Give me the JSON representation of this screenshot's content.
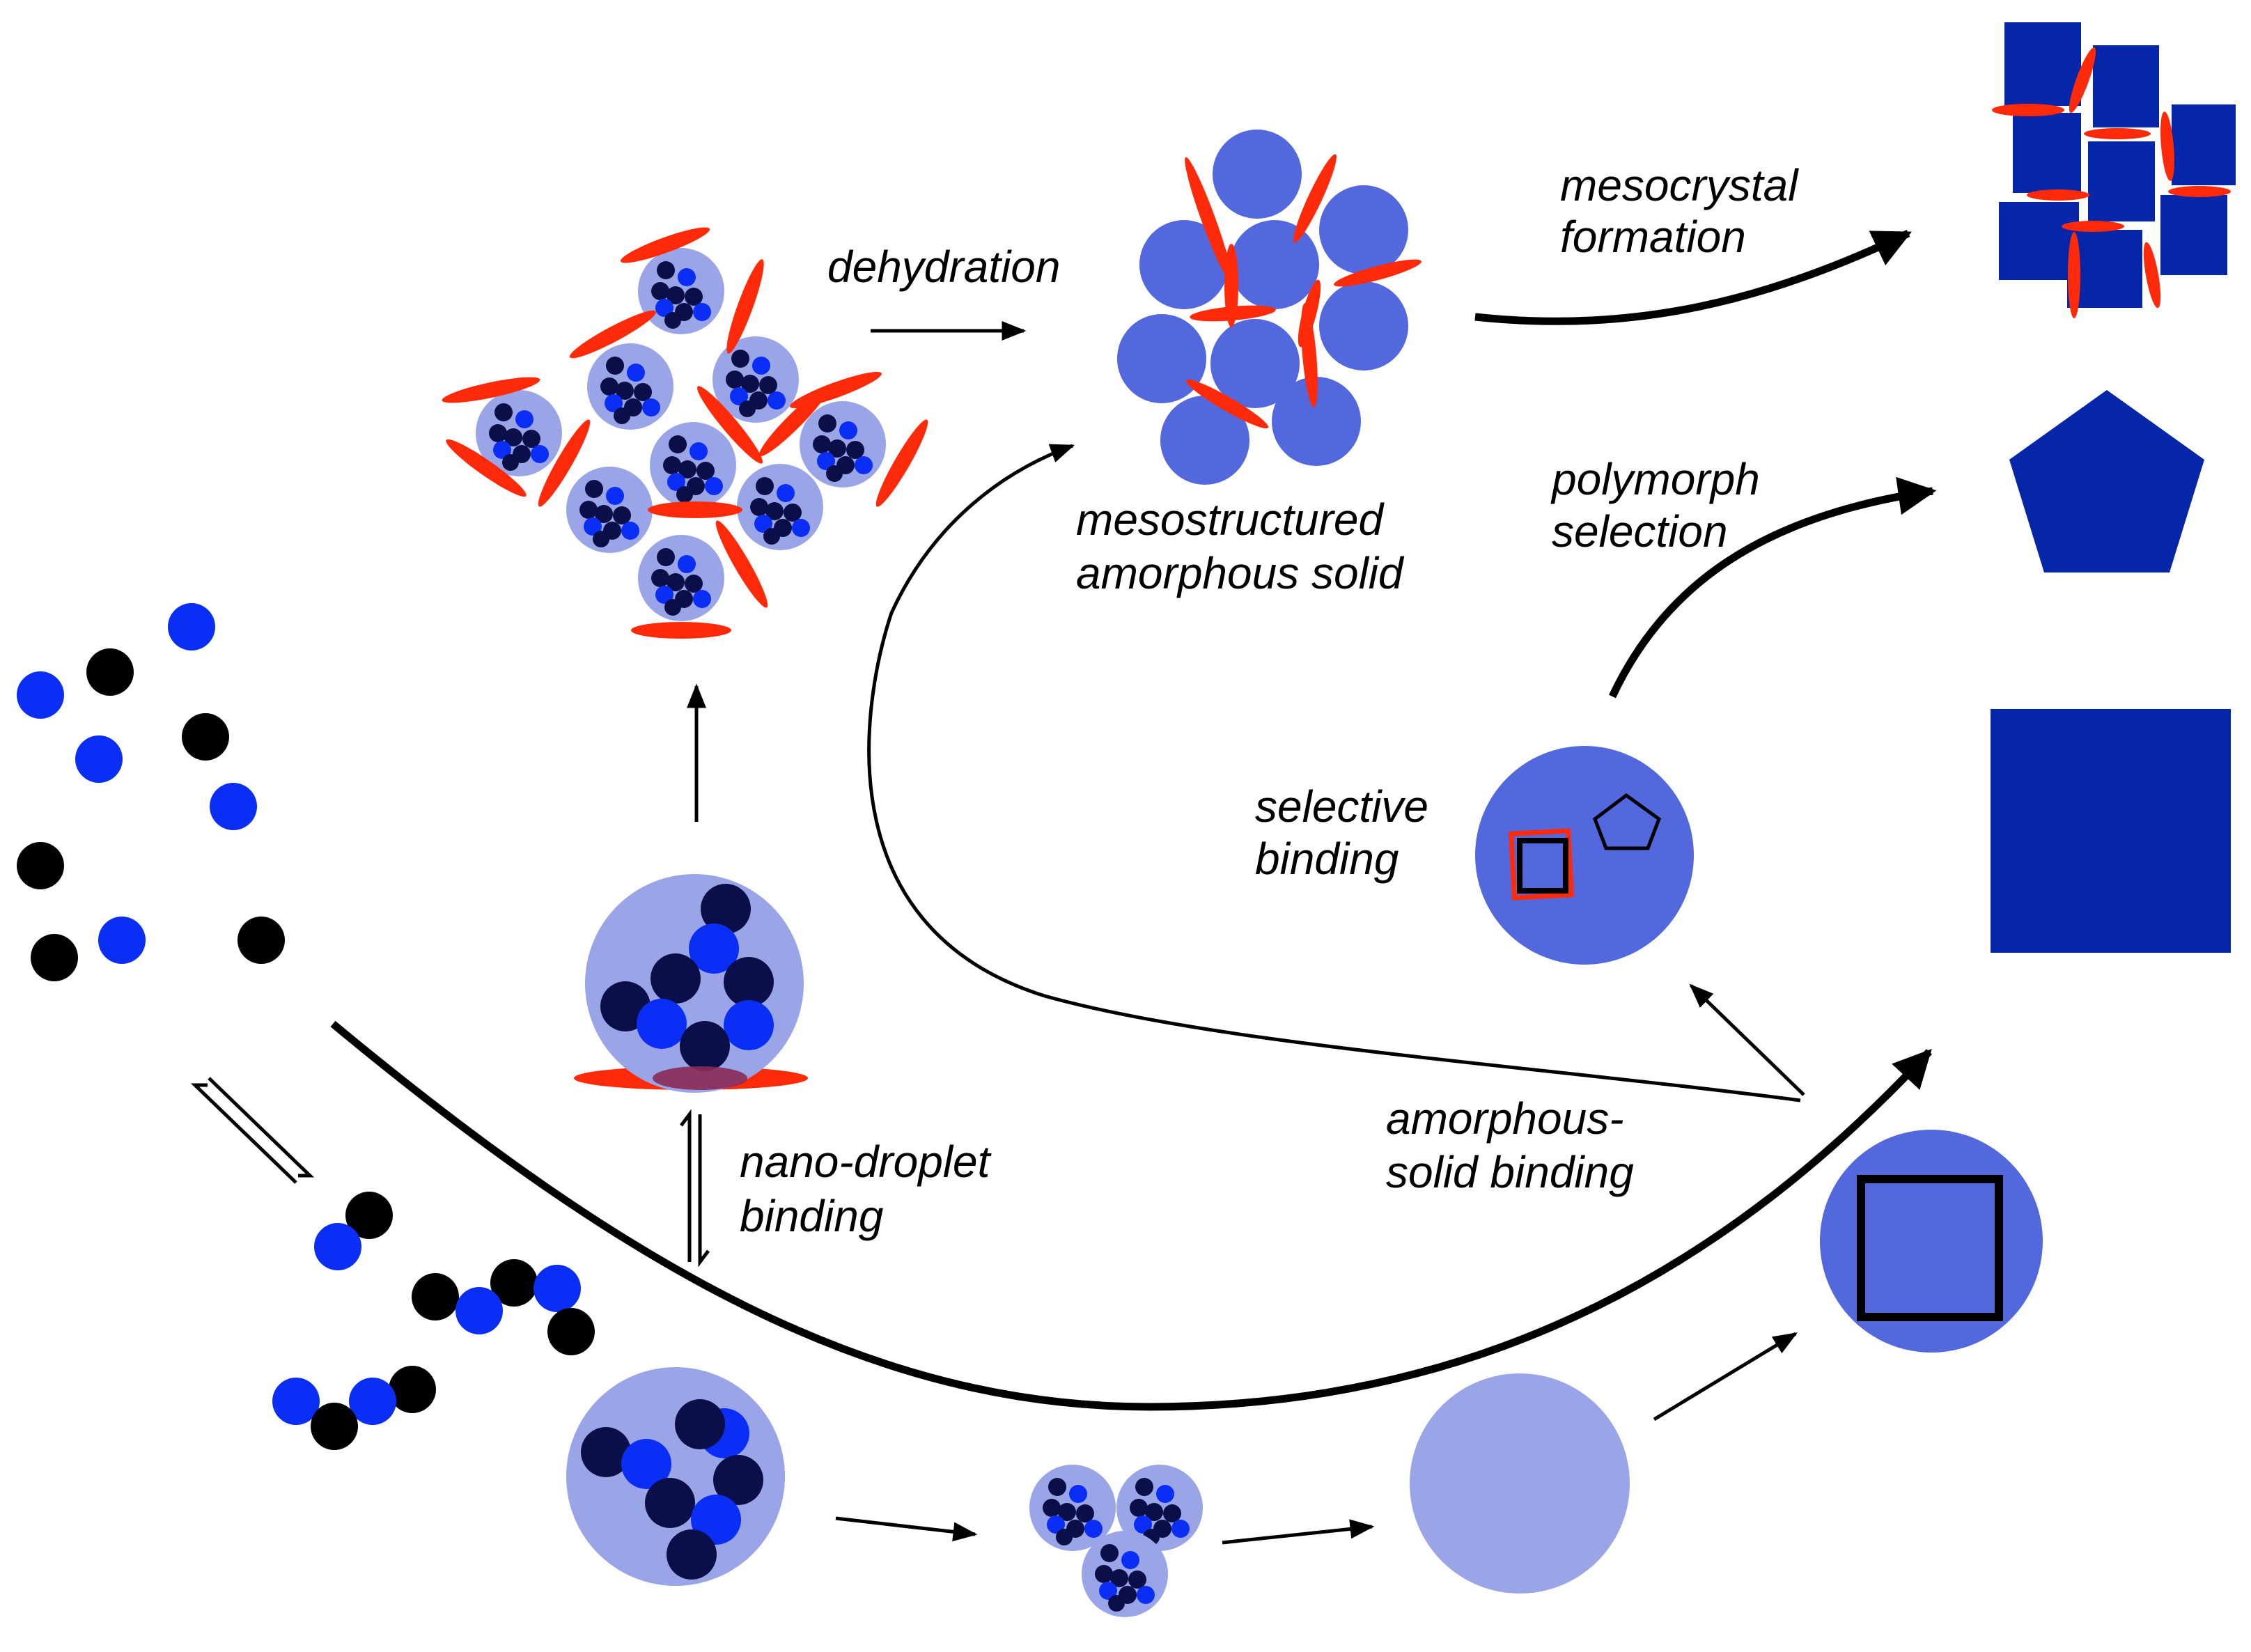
{
  "labels": {
    "dehydration": "dehydration",
    "mesocrystal_line1": "mesocrystal",
    "mesocrystal_line2": "formation",
    "mesostructured_line1": "mesostructured",
    "mesostructured_line2": "amorphous solid",
    "polymorph_line1": "polymorph",
    "polymorph_line2": "selection",
    "selective_line1": "selective",
    "selective_line2": "binding",
    "nanodroplet_line1": "nano-droplet",
    "nanodroplet_line2": "binding",
    "amorphous_line1": "amorphous-",
    "amorphous_line2": "solid binding"
  },
  "colors": {
    "ion_black": "#000000",
    "ion_blue": "#0a2ef5",
    "ion_navy": "#0a0f4a",
    "droplet_light": "#9aa5e8",
    "amorphous_medium": "#5268dc",
    "crystal_dark": "#0526a8",
    "additive_red": "#ff2a0a",
    "arrow": "#000000"
  },
  "icons": {
    "arrow_head": "filled-triangle-arrowhead",
    "equilibrium": "double-half-arrow"
  }
}
